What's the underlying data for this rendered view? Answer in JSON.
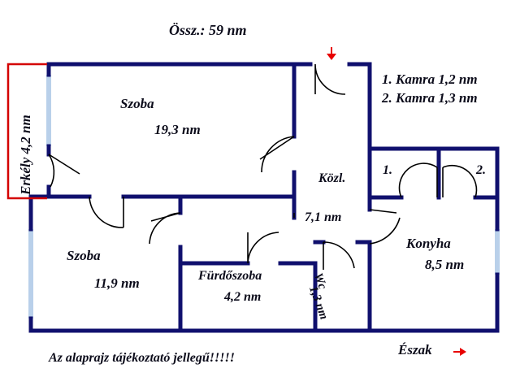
{
  "title": "Össz.: 59 nm",
  "legend": {
    "line1": "1. Kamra 1,2 nm",
    "line2": "2. Kamra 1,3 nm"
  },
  "rooms": {
    "szoba1": {
      "name": "Szoba",
      "area": "19,3 nm"
    },
    "szoba2": {
      "name": "Szoba",
      "area": "11,9 nm"
    },
    "kozl": {
      "name": "Közl.",
      "area": "7,1 nm"
    },
    "furdo": {
      "name": "Fürdőszoba",
      "area": "4,2 nm"
    },
    "wc": {
      "name": "Wc",
      "area": "1,3 nm"
    },
    "konyha": {
      "name": "Konyha",
      "area": "8,5 nm"
    },
    "kamra1": {
      "name": "1."
    },
    "kamra2": {
      "name": "2."
    },
    "erkely": {
      "label": "Erkély 4,2 nm"
    }
  },
  "footer": {
    "note": "Az alaprajz tájékoztató jellegű!!!!!",
    "north": "Észak"
  },
  "colors": {
    "wall": "#10106e",
    "window": "#b9d0ea",
    "door": "#000000",
    "balcony": "#d40000",
    "arrow": "#e80000"
  }
}
